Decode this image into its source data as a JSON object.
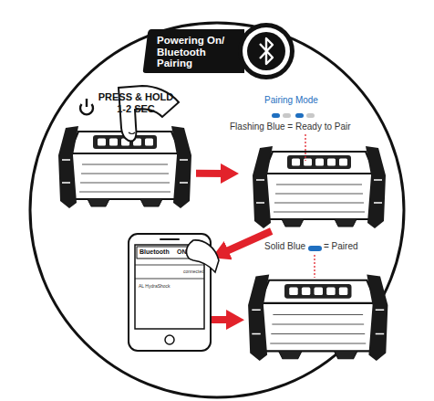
{
  "diagram": {
    "title": "Powering On/ Bluetooth Pairing",
    "nodes": [
      {
        "text": [
          "PRESS & HOLD 1-2 SEC"
        ]
      },
      {
        "text": [
          "Pairing Mode",
          "Flashing Blue = Ready to Pair"
        ]
      },
      {
        "text": [
          "Bluetooth",
          "ON",
          "connected",
          "AL HydraShock"
        ]
      },
      {
        "text": [
          "Solid Blue",
          "= Paired"
        ]
      }
    ],
    "edges": [
      {
        "from": 0,
        "to": 1,
        "arrow": "to"
      },
      {
        "from": 1,
        "to": 2,
        "arrow": "to"
      },
      {
        "from": 2,
        "to": 3,
        "arrow": "to"
      }
    ]
  }
}
